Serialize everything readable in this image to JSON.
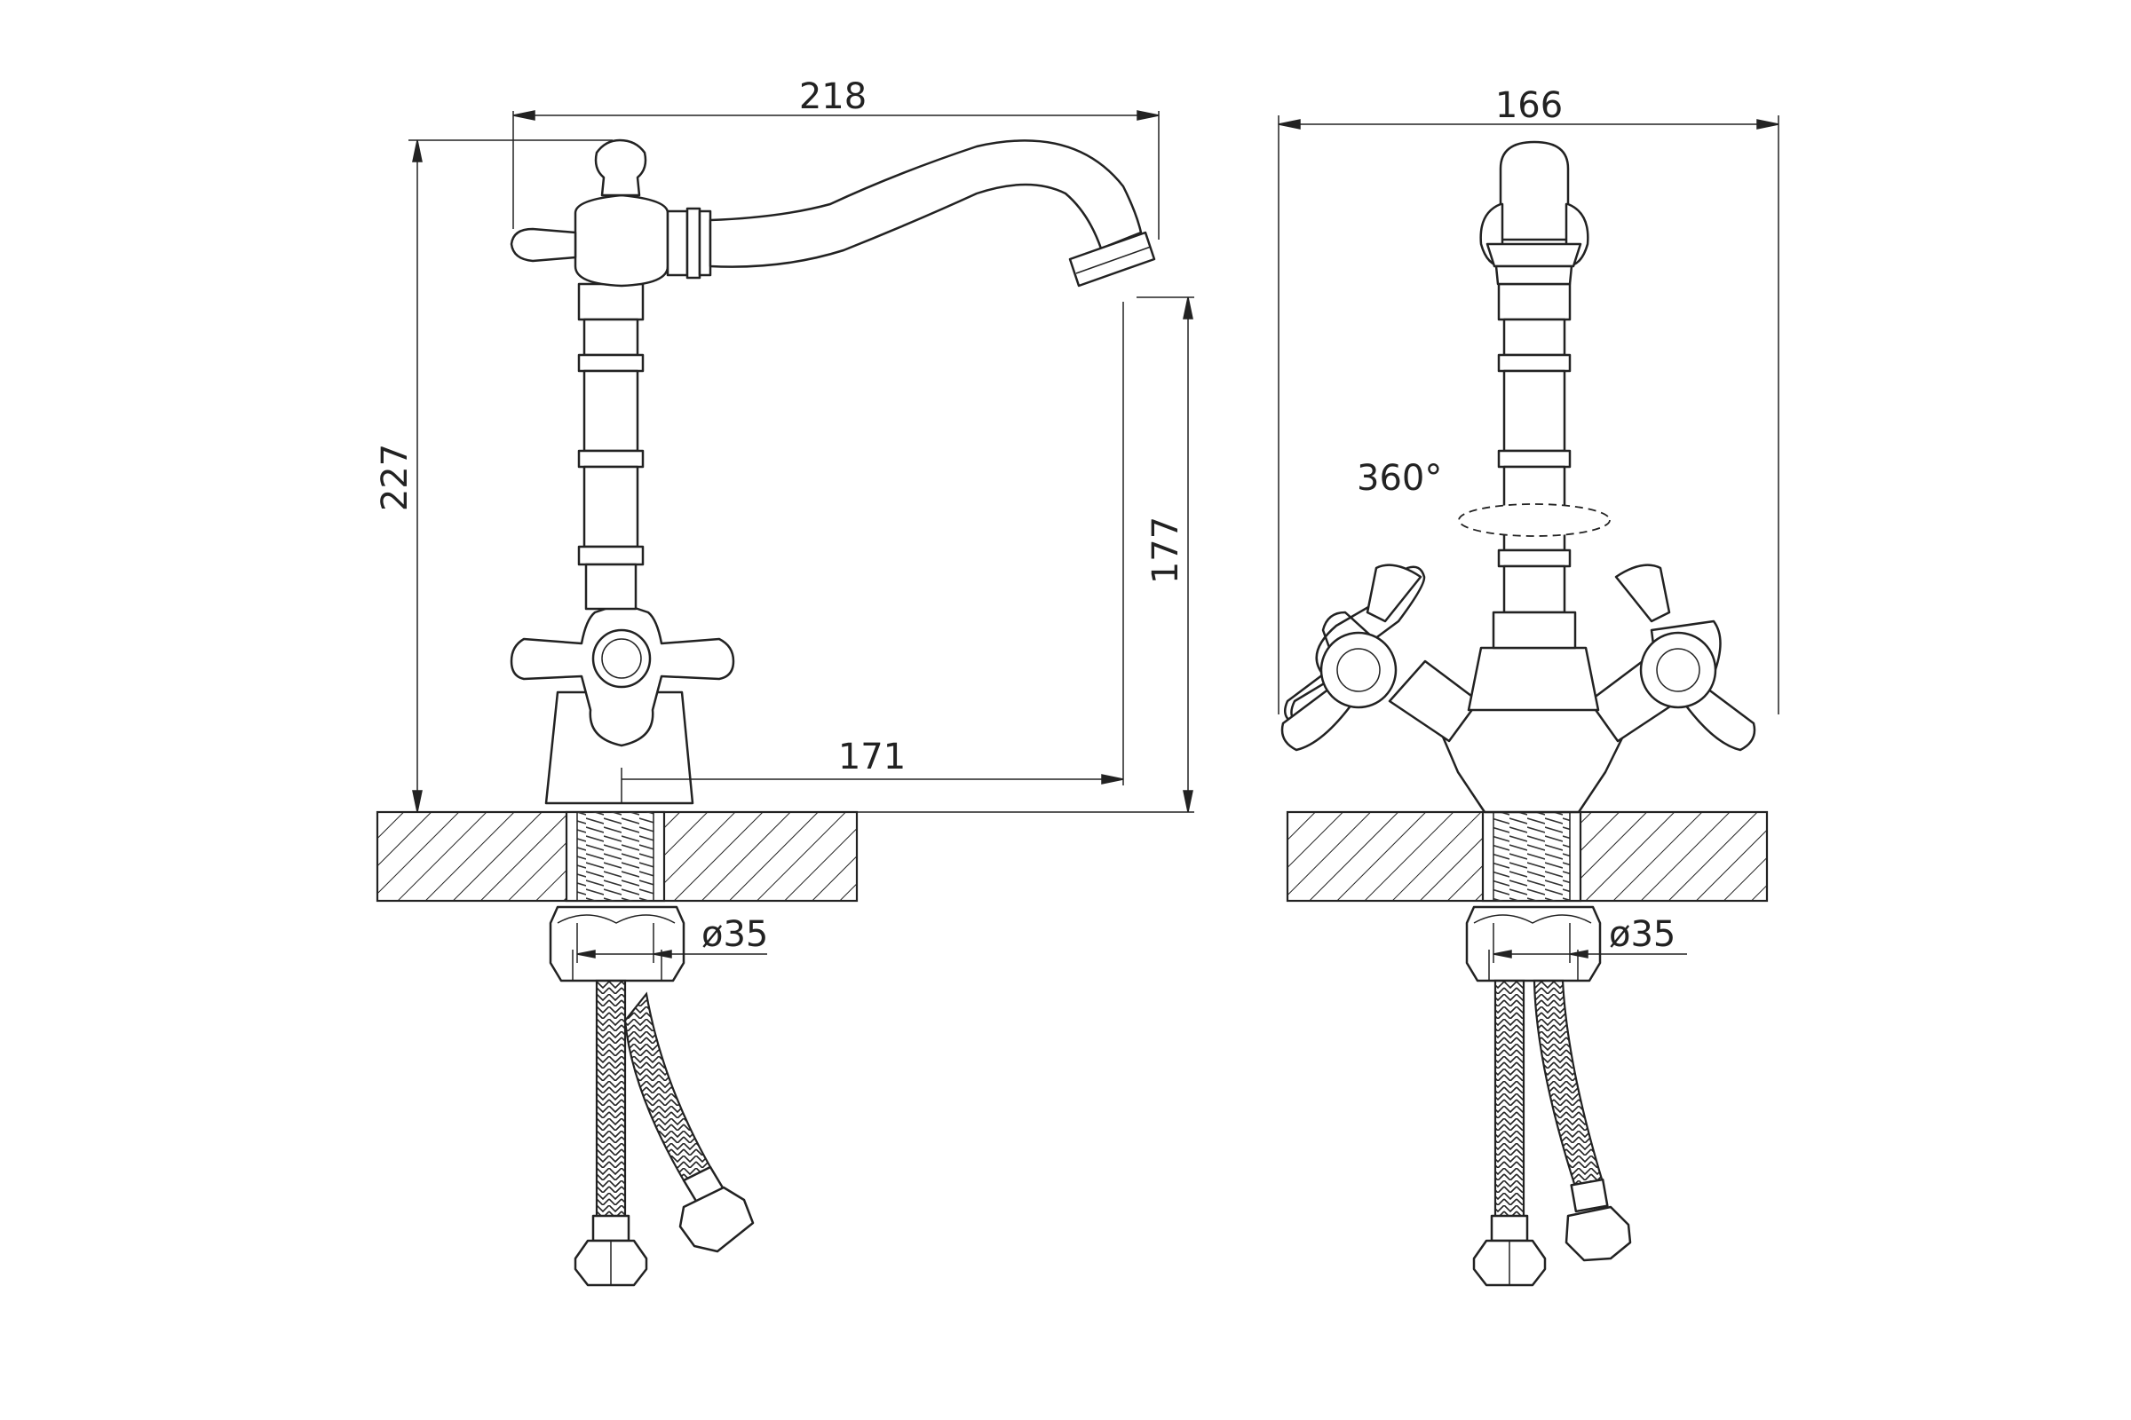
{
  "side_view": {
    "dim_width": "218",
    "dim_height": "227",
    "dim_spout_height": "177",
    "dim_spout_reach": "171",
    "dim_diameter": "ø35"
  },
  "front_view": {
    "dim_width": "166",
    "rotation_label": "360°",
    "dim_diameter": "ø35"
  },
  "colors": {
    "line": "#222222",
    "background": "#ffffff"
  }
}
